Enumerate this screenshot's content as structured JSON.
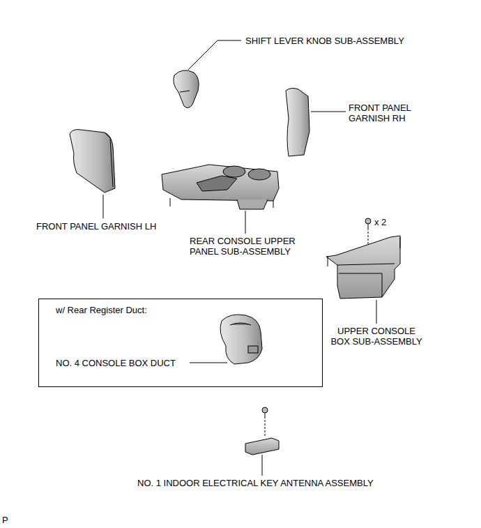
{
  "diagram": {
    "nodes": [
      {
        "text": [
          "w/ Rear Register Duct:",
          "NO. 4 CONSOLE BOX DUCT"
        ]
      }
    ],
    "labels": [
      "SHIFT LEVER KNOB SUB-ASSEMBLY",
      "FRONT PANEL GARNISH RH",
      "FRONT PANEL GARNISH LH",
      "REAR CONSOLE UPPER PANEL SUB-ASSEMBLY",
      "x 2",
      "UPPER CONSOLE BOX SUB-ASSEMBLY",
      "NO. 1 INDOOR ELECTRICAL KEY ANTENNA ASSEMBLY",
      "P"
    ]
  }
}
